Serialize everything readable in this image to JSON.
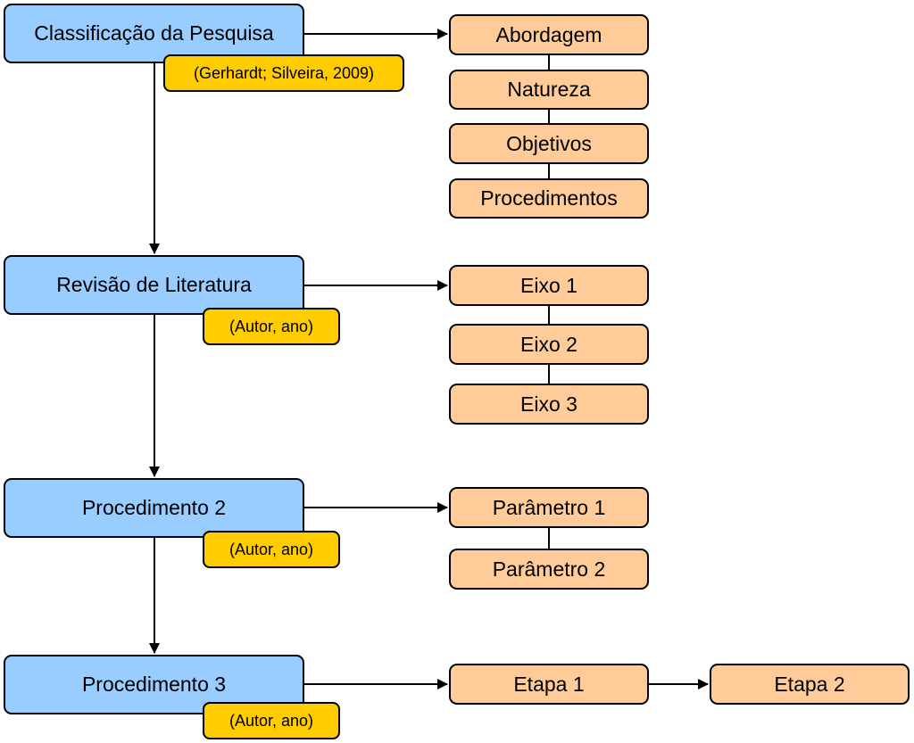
{
  "sections": [
    {
      "title": "Classificação da Pesquisa",
      "citation": "(Gerhardt; Silveira, 2009)",
      "items": [
        "Abordagem",
        "Natureza",
        "Objetivos",
        "Procedimentos"
      ]
    },
    {
      "title": "Revisão de Literatura",
      "citation": "(Autor, ano)",
      "items": [
        "Eixo 1",
        "Eixo 2",
        "Eixo 3"
      ]
    },
    {
      "title": "Procedimento 2",
      "citation": "(Autor, ano)",
      "items": [
        "Parâmetro 1",
        "Parâmetro 2"
      ]
    },
    {
      "title": "Procedimento 3",
      "citation": "(Autor, ano)",
      "items": [
        "Etapa 1",
        "Etapa 2"
      ]
    }
  ],
  "colors": {
    "main_box": "#99ccff",
    "sub_box": "#ffcc99",
    "citation_box": "#ffcc00",
    "stroke": "#000000"
  }
}
